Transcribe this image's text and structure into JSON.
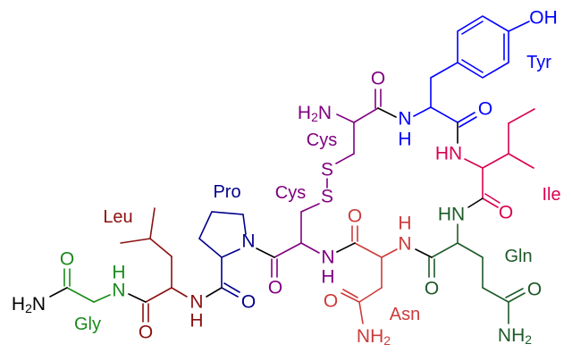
{
  "residues": {
    "cys1": "Cys",
    "tyr": "Tyr",
    "ile": "Ile",
    "gln": "Gln",
    "asn": "Asn",
    "cys2": "Cys",
    "pro": "Pro",
    "leu": "Leu",
    "gly": "Gly"
  },
  "atoms": {
    "o": "O",
    "n": "N",
    "h": "H",
    "hn": "HN",
    "s": "S",
    "oh": "OH",
    "nh": "NH",
    "h2n_h": "H",
    "h2n_n": "N",
    "sub": "2"
  },
  "colors": {
    "cys": "#800080",
    "tyr": "#0000ff",
    "ile": "#dc0050",
    "gln": "#1e5a28",
    "asn": "#cc3b3b",
    "pro": "#00008b",
    "leu": "#8b1010",
    "gly": "#1a8a1a",
    "backbone": "#000000"
  }
}
